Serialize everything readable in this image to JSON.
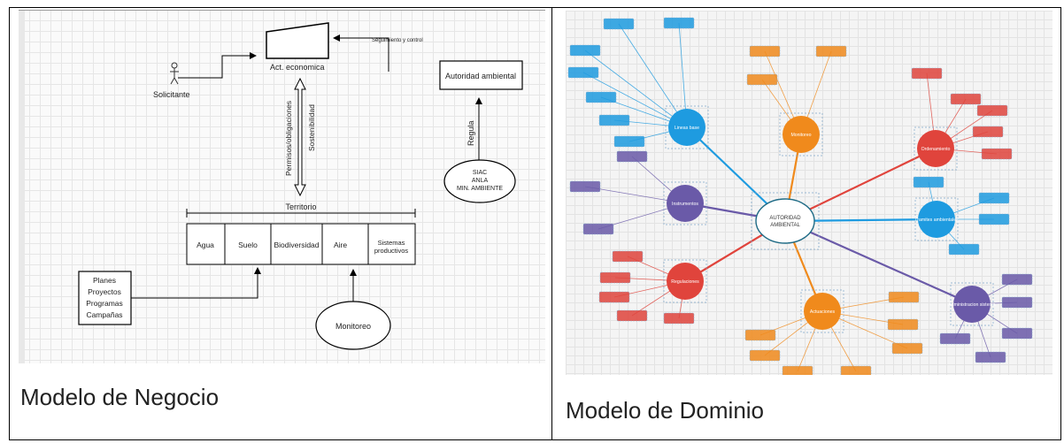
{
  "business_model": {
    "caption": "Modelo de Negocio",
    "actor": "Solicitante",
    "activity": "Act. economica",
    "authority": "Autoridad ambiental",
    "follow_up": "Seguimiento y control",
    "permits": "Permisos/obligaciones",
    "sustainability": "Sostenibilidad",
    "regulates": "Regula",
    "regulators": [
      "SIAC",
      "ANLA",
      "MIN. AMBIENTE"
    ],
    "territory": "Territorio",
    "territory_items": [
      "Agua",
      "Suelo",
      "Biodiversidad",
      "Aire",
      "Sistemas productivos"
    ],
    "plans": [
      "Planes",
      "Proyectos",
      "Programas",
      "Campañas"
    ],
    "monitoring": "Monitoreo"
  },
  "domain_model": {
    "caption": "Modelo de Dominio",
    "center": "AUTORIDAD AMBIENTAL",
    "hubs": [
      {
        "label": "Lineas base",
        "color": "#1e9be0"
      },
      {
        "label": "Monitoreo",
        "color": "#f08a1c"
      },
      {
        "label": "Ordenamiento",
        "color": "#e0443c"
      },
      {
        "label": "Instrumentos",
        "color": "#6a5aa8"
      },
      {
        "label": "Tramites ambientales",
        "color": "#1e9be0"
      },
      {
        "label": "Regulaciones",
        "color": "#e0443c"
      },
      {
        "label": "Actuaciones",
        "color": "#f08a1c"
      },
      {
        "label": "Administracion sistema",
        "color": "#6a5aa8"
      }
    ]
  }
}
